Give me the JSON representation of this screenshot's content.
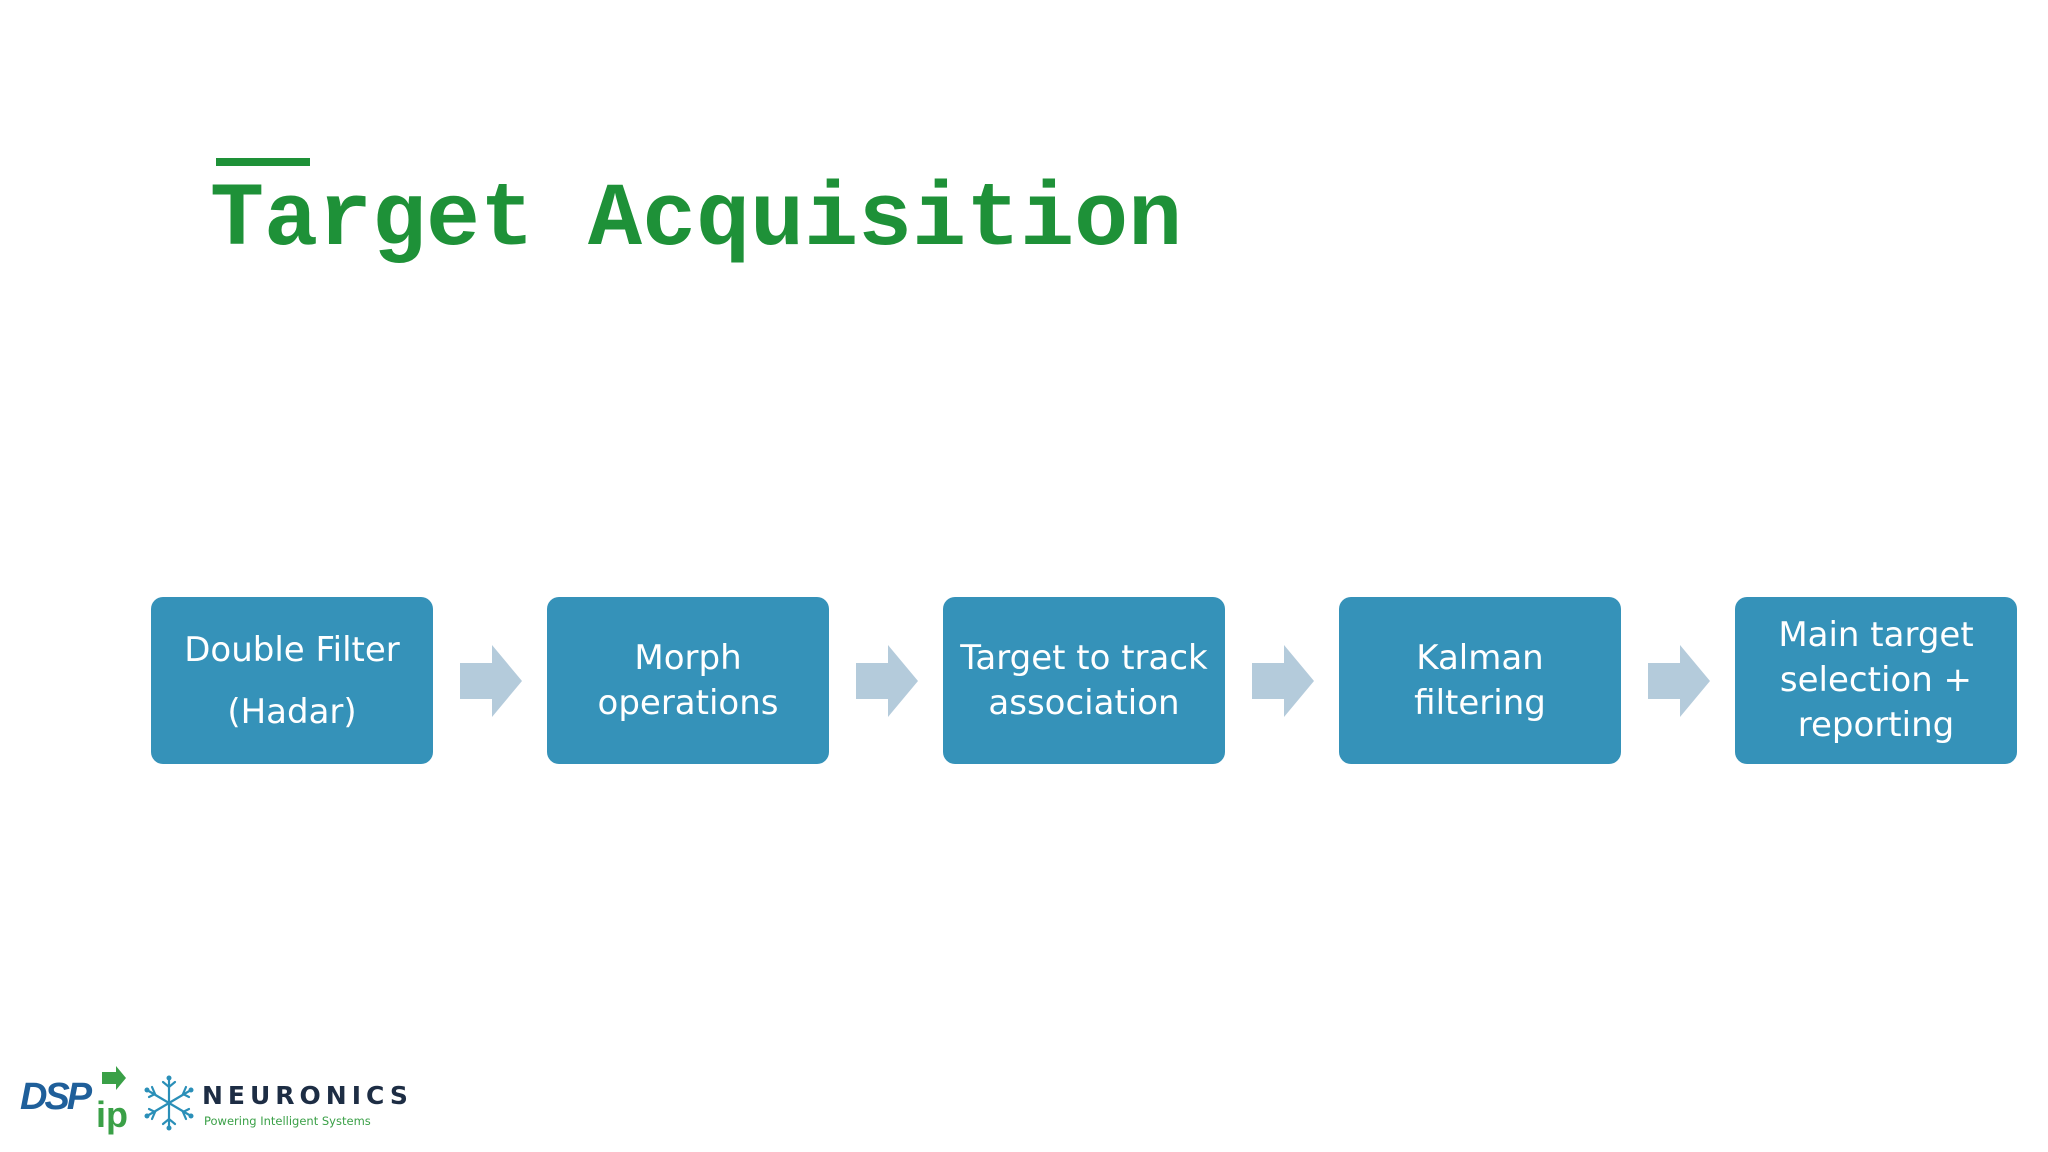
{
  "slide": {
    "title": "Target Acquisition",
    "accent_color": "#1e9138"
  },
  "flow": {
    "box_color": "#3592b9",
    "arrow_color": "#b4cbdb",
    "steps": [
      {
        "label": "Double Filter\n(Hadar)"
      },
      {
        "label": "Morph\noperations"
      },
      {
        "label": "Target to track\nassociation"
      },
      {
        "label": "Kalman\nfiltering"
      },
      {
        "label": "Main target\nselection +\nreporting"
      }
    ]
  },
  "footer": {
    "dsp_logo": {
      "text": "DSP",
      "suffix": "ip"
    },
    "neuronics_logo": {
      "icon": "snowflake-network-icon",
      "name": "NEURONICS",
      "tagline": "Powering Intelligent Systems"
    }
  }
}
